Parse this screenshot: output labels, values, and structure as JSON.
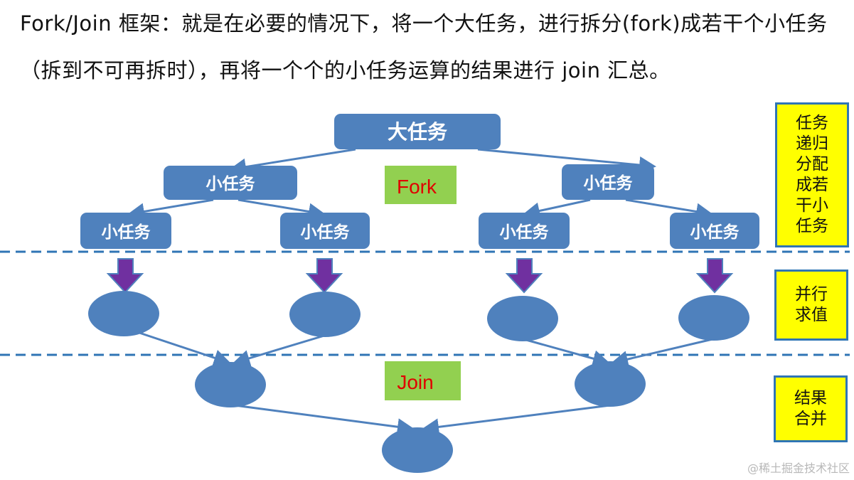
{
  "intro_text": "Fork/Join 框架：就是在必要的情况下，将一个大任务，进行拆分(fork)成若干个小任务（拆到不可再拆时），再将一个个的小任务运算的结果进行 join 汇总。",
  "diagram": {
    "root_task": "大任务",
    "small_task": "小任务",
    "fork_label": "Fork",
    "join_label": "Join"
  },
  "side_labels": {
    "split": "任务\n递归\n分配\n成若\n干小\n任务",
    "parallel": "并行\n求值",
    "merge": "结果\n合并"
  },
  "watermark": "@稀土掘金技术社区",
  "colors": {
    "task_fill": "#4f81bd",
    "task_text": "#ffffff",
    "node_fill": "#4f81bd",
    "arrow_fill": "#7030a0",
    "divider": "#2f75b5",
    "tag_fill": "#92d050",
    "tag_text": "#e00000",
    "side_fill": "#ffff00",
    "side_border": "#2f75b5"
  }
}
